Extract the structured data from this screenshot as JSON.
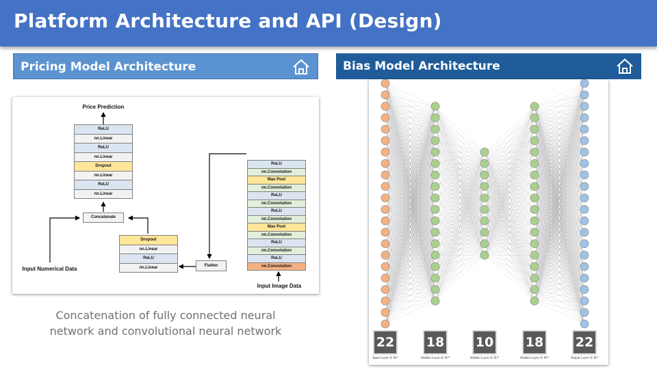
{
  "header": {
    "title": "Platform Architecture and API (Design)"
  },
  "left_panel": {
    "title": "Pricing Model Architecture",
    "icon": "home-icon",
    "caption_line1": "Concatenation of fully connected neural",
    "caption_line2": "network and convolutional neural network",
    "diagram": {
      "output_label": "Price Prediction",
      "concat_label": "Concatenate",
      "flatten_label": "Flatten",
      "input_numeric": "Input Numerical Data",
      "input_image": "Input Image Data",
      "top_stack": [
        "ReLU",
        "nn.Linear",
        "ReLU",
        "nn.Linear",
        "Dropout",
        "nn.Linear",
        "ReLU",
        "nn.Linear"
      ],
      "numeric_stack": [
        "Dropout",
        "nn.Linear",
        "ReLU",
        "nn.Linear"
      ],
      "image_stack": [
        "ReLU",
        "nn.Convolution",
        "Max Pool",
        "nn.Convolution",
        "ReLU",
        "nn.Convolution",
        "ReLU",
        "nn.Convolution",
        "Max Pool",
        "nn.Convolution",
        "ReLU",
        "nn.Convolution",
        "ReLU",
        "nn.Convolution"
      ]
    }
  },
  "right_panel": {
    "title": "Bias Model Architecture",
    "icon": "home-icon",
    "layer_counts": [
      "22",
      "18",
      "10",
      "18",
      "22"
    ],
    "layer_captions": [
      "Input Layer ∈ ℝ²²",
      "Hidden Layer ∈ ℝ¹⁸",
      "Hidden Layer ∈ ℝ¹⁰",
      "Hidden Layer ∈ ℝ¹⁸",
      "Output Layer ∈ ℝ²²"
    ],
    "node_colors": {
      "input": "#f4b183",
      "hidden": "#a9d18e",
      "output": "#9dc3e6"
    }
  }
}
